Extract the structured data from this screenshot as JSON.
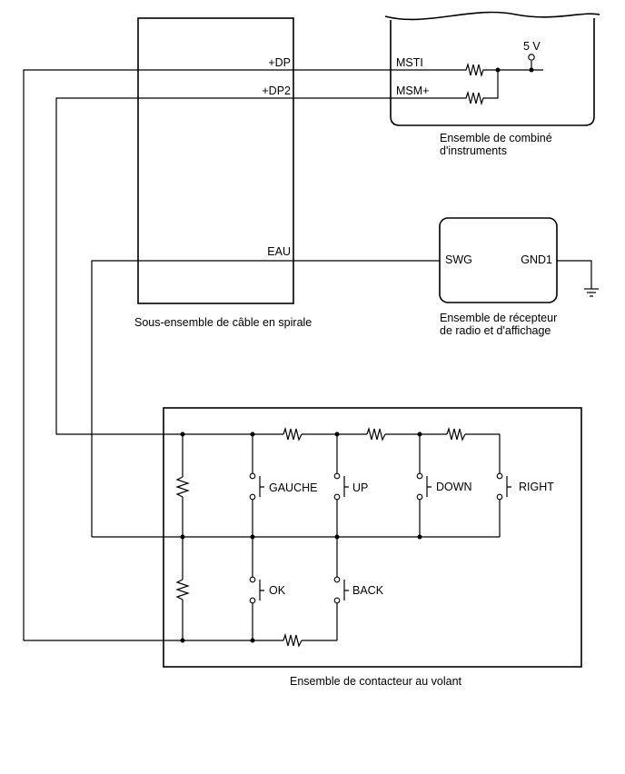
{
  "components": {
    "spiral_cable": {
      "label": "Sous-ensemble de câble en spirale",
      "pins": {
        "dp": "+DP",
        "dp2": "+DP2",
        "eau": "EAU"
      }
    },
    "combination_meter": {
      "label_line1": "Ensemble de combiné",
      "label_line2": "d'instruments",
      "pins": {
        "msti": "MSTI",
        "msm": "MSM+",
        "supply": "5 V"
      }
    },
    "radio_receiver": {
      "label_line1": "Ensemble de récepteur",
      "label_line2": "de radio et d'affichage",
      "pins": {
        "swg": "SWG",
        "gnd1": "GND1"
      }
    },
    "steering_switch": {
      "label": "Ensemble de contacteur au volant",
      "switches": {
        "gauche": "GAUCHE",
        "up": "UP",
        "down": "DOWN",
        "right": "RIGHT",
        "ok": "OK",
        "back": "BACK"
      }
    }
  }
}
